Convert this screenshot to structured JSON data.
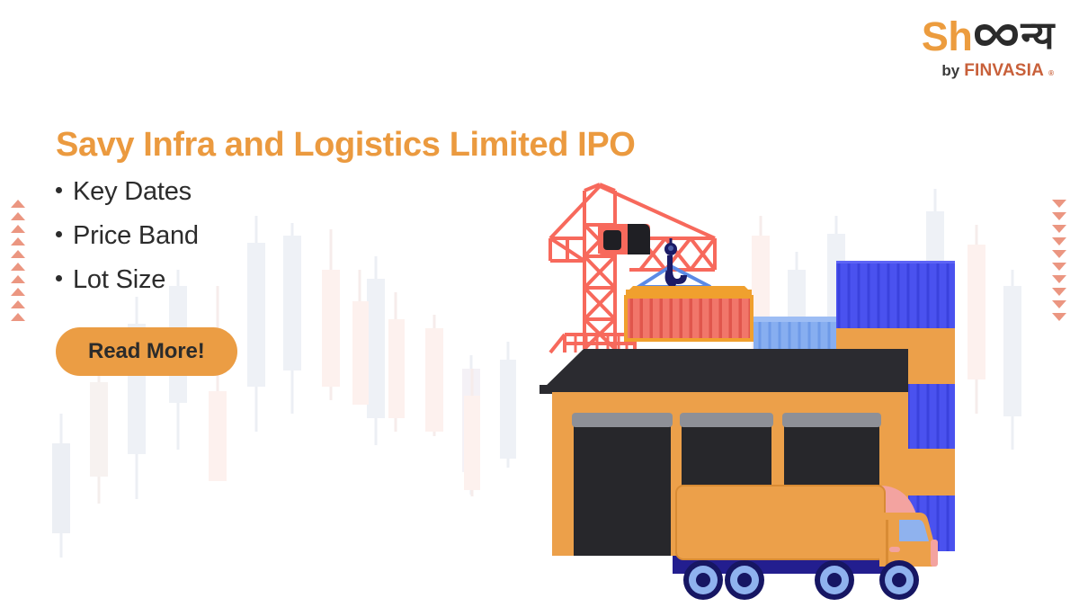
{
  "brand": {
    "logo_sh": "Sh",
    "logo_infinity": "∞",
    "logo_nya": "न्य",
    "logo_by": "by",
    "logo_finvasia": "FINVASIA",
    "logo_registered": "®",
    "accent_orange": "#eb9a3f",
    "logo_dark": "#2b2b2b",
    "finvasia_brown": "#c8603a"
  },
  "content": {
    "headline": "Savy Infra and Logistics Limited IPO",
    "bullets": [
      {
        "label": "Key Dates"
      },
      {
        "label": "Price Band"
      },
      {
        "label": "Lot Size"
      }
    ],
    "cta_label": "Read More!"
  },
  "decor": {
    "triangle_color": "#eb9681",
    "left_triangles_count": 10,
    "right_triangles_count": 10,
    "left_triangle_direction": "up",
    "right_triangle_direction": "down"
  },
  "illustration": {
    "name": "logistics-warehouse-scene",
    "elements": [
      "tower-crane",
      "shipping-container-hoisted",
      "warehouse-building",
      "stacked-containers",
      "delivery-truck"
    ],
    "colors": {
      "crane_red": "#f7695c",
      "crane_cab_dark": "#1f1f24",
      "container_red": "#f1766a",
      "container_top_orange": "#f0a02e",
      "hook_navy": "#1b1b66",
      "strap_blue": "#5b8ae6",
      "warehouse_orange": "#eca04a",
      "roof_dark": "#2b2b30",
      "door_dark": "#27272b",
      "door_header_gray": "#8e9097",
      "container_blue": "#4a52ef",
      "container_light_blue": "#87aef0",
      "truck_orange": "#eca04a",
      "truck_chassis_navy": "#231e8f",
      "wheel_light_blue": "#8fb2ee",
      "wheel_rim_navy": "#161663",
      "accent_pink": "#f3a3a0"
    }
  },
  "chart_data": {
    "type": "candlestick",
    "title": "",
    "xlabel": "",
    "ylabel": "",
    "grid": false,
    "legend": "none",
    "note": "decorative low-opacity background candlestick chart",
    "bullish_color": "#eef2f7",
    "bearish_color": "#fdf0ee",
    "candles": [
      {
        "x": 1,
        "open": 52,
        "high": 66,
        "low": 38,
        "close": 40,
        "dir": "down"
      },
      {
        "x": 2,
        "open": 72,
        "high": 82,
        "low": 34,
        "close": 42,
        "dir": "down"
      },
      {
        "x": 3,
        "open": 80,
        "high": 88,
        "low": 44,
        "close": 56,
        "dir": "down"
      },
      {
        "x": 4,
        "open": 64,
        "high": 74,
        "low": 40,
        "close": 48,
        "dir": "up"
      },
      {
        "x": 5,
        "open": 84,
        "high": 92,
        "low": 52,
        "close": 62,
        "dir": "down"
      },
      {
        "x": 6,
        "open": 86,
        "high": 94,
        "low": 58,
        "close": 70,
        "dir": "down"
      },
      {
        "x": 7,
        "open": 90,
        "high": 96,
        "low": 66,
        "close": 74,
        "dir": "up"
      },
      {
        "x": 8,
        "open": 74,
        "high": 86,
        "low": 46,
        "close": 52,
        "dir": "down"
      },
      {
        "x": 9,
        "open": 70,
        "high": 80,
        "low": 40,
        "close": 46,
        "dir": "up"
      },
      {
        "x": 10,
        "open": 66,
        "high": 78,
        "low": 38,
        "close": 44,
        "dir": "up"
      },
      {
        "x": 11,
        "open": 62,
        "high": 72,
        "low": 36,
        "close": 42,
        "dir": "down"
      },
      {
        "x": 12,
        "open": 58,
        "high": 70,
        "low": 30,
        "close": 36,
        "dir": "up"
      },
      {
        "x": 13,
        "open": 54,
        "high": 64,
        "low": 26,
        "close": 32,
        "dir": "down"
      },
      {
        "x": 14,
        "open": 50,
        "high": 60,
        "low": 22,
        "close": 28,
        "dir": "down"
      },
      {
        "x": 15,
        "open": 46,
        "high": 58,
        "low": 18,
        "close": 24,
        "dir": "up"
      },
      {
        "x": 16,
        "open": 44,
        "high": 54,
        "low": 16,
        "close": 22,
        "dir": "up"
      }
    ]
  }
}
